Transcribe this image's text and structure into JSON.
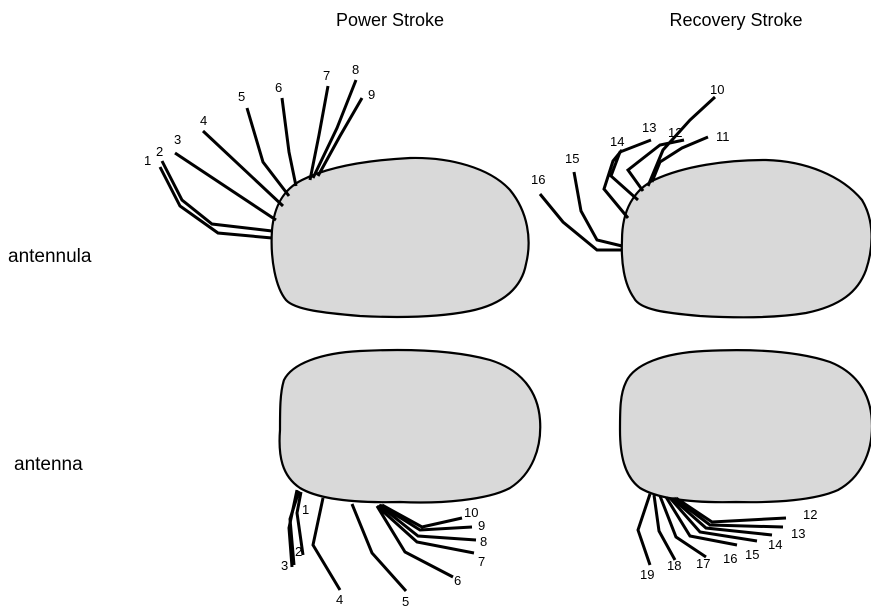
{
  "columns": {
    "power": "Power Stroke",
    "recovery": "Recovery Stroke"
  },
  "rows": {
    "antennula": "antennula",
    "antenna": "antenna"
  },
  "panels": {
    "antennula_power": [
      "1",
      "2",
      "3",
      "4",
      "5",
      "6",
      "7",
      "8",
      "9"
    ],
    "antennula_recovery": [
      "10",
      "11",
      "12",
      "13",
      "14",
      "15",
      "16"
    ],
    "antenna_power": [
      "1",
      "2",
      "3",
      "4",
      "5",
      "6",
      "7",
      "8",
      "9",
      "10"
    ],
    "antenna_recovery": [
      "12",
      "13",
      "14",
      "15",
      "16",
      "17",
      "18",
      "19"
    ]
  },
  "colors": {
    "body_fill": "#d9d9d9",
    "stroke": "#000000",
    "background": "#ffffff"
  }
}
